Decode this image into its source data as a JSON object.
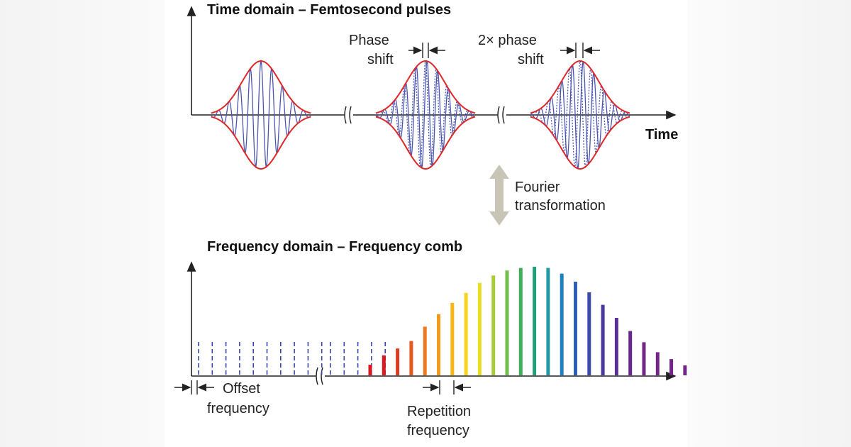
{
  "time_domain": {
    "title": "Time domain – Femtosecond pulses",
    "axis_label": "Time",
    "phase_shift_label": [
      "Phase",
      "shift"
    ],
    "double_phase_shift_label": [
      "2× phase",
      "shift"
    ]
  },
  "transform": {
    "label": [
      "Fourier",
      "transformation"
    ]
  },
  "frequency_domain": {
    "title": "Frequency domain – Frequency comb",
    "offset_label": [
      "Offset",
      "frequency"
    ],
    "repetition_label": [
      "Repetition",
      "frequency"
    ]
  },
  "colors": {
    "envelope": "#e0282a",
    "carrier": "#4a55b0",
    "axis": "#222222",
    "arrow": "#c8c4b6",
    "dashed_lines": "#3b47a8"
  },
  "comb_lines": [
    {
      "color": "#d91a22"
    },
    {
      "color": "#d91a22"
    },
    {
      "color": "#dd3a1f"
    },
    {
      "color": "#e55a1f"
    },
    {
      "color": "#ec7a1c"
    },
    {
      "color": "#f29a1a"
    },
    {
      "color": "#f6b71a"
    },
    {
      "color": "#f7d21c"
    },
    {
      "color": "#e6df1d"
    },
    {
      "color": "#a9cc38"
    },
    {
      "color": "#6fbf4a"
    },
    {
      "color": "#3fae58"
    },
    {
      "color": "#1fa07a"
    },
    {
      "color": "#1f9aa6"
    },
    {
      "color": "#1f7fc2"
    },
    {
      "color": "#2e5fb8"
    },
    {
      "color": "#3a4aa8"
    },
    {
      "color": "#4a3a9e"
    },
    {
      "color": "#5a2f96"
    },
    {
      "color": "#68298e"
    },
    {
      "color": "#742688"
    }
  ],
  "comb_relative_intensity": [
    0.17,
    0.32,
    0.43,
    0.55,
    0.78,
    0.98,
    1.16,
    1.32,
    1.48,
    1.6,
    1.68,
    1.72,
    1.74,
    1.72,
    1.63,
    1.5,
    1.33,
    1.13,
    0.92,
    0.71,
    0.53,
    0.37,
    0.26,
    0.16
  ]
}
